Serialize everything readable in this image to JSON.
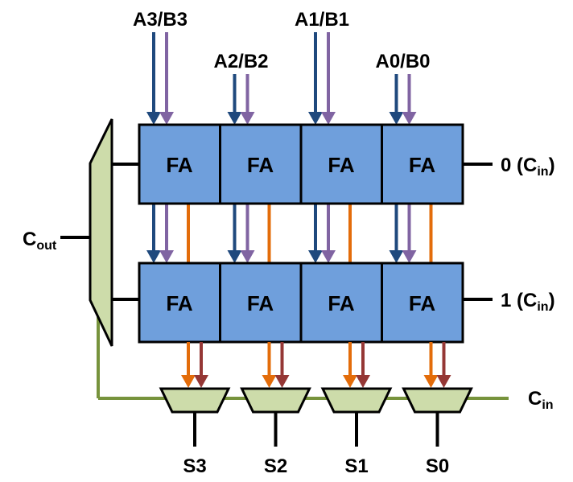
{
  "inputs": [
    "A3/B3",
    "A2/B2",
    "A1/B1",
    "A0/B0"
  ],
  "block_label": "FA",
  "row0_carry": {
    "value": "0 (C",
    "sub": "in",
    "close": ")"
  },
  "row1_carry": {
    "value": "1 (C",
    "sub": "in",
    "close": ")"
  },
  "cout": {
    "base": "C",
    "sub": "out"
  },
  "cin": {
    "base": "C",
    "sub": "in"
  },
  "outputs": [
    "S3",
    "S2",
    "S1",
    "S0"
  ],
  "colors": {
    "fa_fill": "#6f9fdc",
    "mux_fill": "#cddcaa",
    "blue": "#1f497d",
    "purple": "#8064a2",
    "orange": "#e36c0a",
    "red": "#953735",
    "green": "#77933c"
  }
}
